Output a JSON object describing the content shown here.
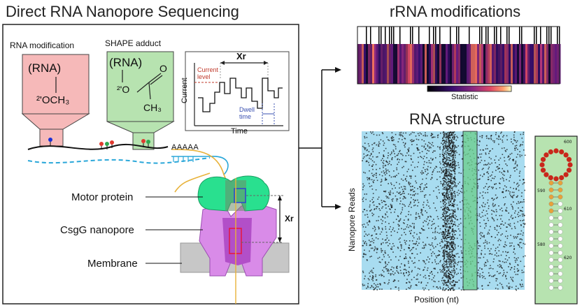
{
  "left_panel": {
    "title": "Direct RNA Nanopore Sequencing",
    "rna_modification": {
      "label": "RNA modification",
      "formula_top": "(RNA)",
      "formula_bottom": "²'OCH₃"
    },
    "shape_adduct": {
      "label": "SHAPE adduct",
      "formula_top": "(RNA)",
      "formula_o": "²'O",
      "formula_o2": "O",
      "formula_ch3": "CH₃"
    },
    "trace": {
      "xr_label": "Xr",
      "current_level": "Current\nlevel",
      "current": "Current",
      "dwell_time": "Dwell\ntime",
      "time": "Time"
    },
    "poly_a": "AAAAA",
    "parts": [
      {
        "label": "Motor protein"
      },
      {
        "label": "CsgG nanopore"
      },
      {
        "label": "Membrane"
      }
    ],
    "pore_xr": "Xr"
  },
  "right_top": {
    "title": "rRNA modifications",
    "colorbar_label": "Statistic"
  },
  "right_bottom": {
    "title": "RNA structure",
    "ylabel": "Nanopore Reads",
    "xlabel": "Position (nt)",
    "structure_numbers": [
      "600",
      "590",
      "610",
      "580",
      "620"
    ]
  },
  "colors": {
    "pink_box": "#f6b9b9",
    "green_box": "#b7e3b0",
    "motor": "#29e08f",
    "pore": "#d98be8",
    "pore_dark": "#b24fc8",
    "membrane": "#c7c7c7",
    "reads_bg": "#a8dcf0",
    "highlight": "#6ccf8e"
  }
}
